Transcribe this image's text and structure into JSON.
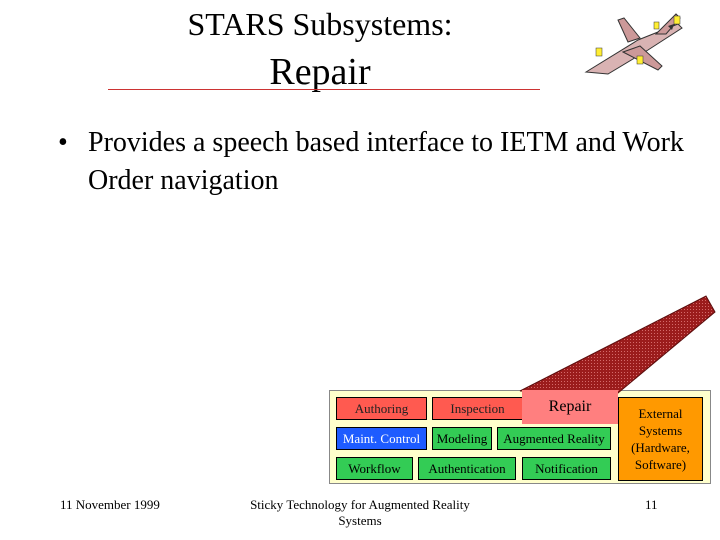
{
  "slide": {
    "title_line1": "STARS Subsystems:",
    "title_line2": "Repair",
    "bullet": "Provides a speech based interface to IETM and Work Order navigation"
  },
  "diagram": {
    "row1": [
      "Authoring",
      "Inspection"
    ],
    "repair": "Repair",
    "row2": [
      "Maint. Control",
      "Modeling",
      "Augmented Reality"
    ],
    "row3": [
      "Workflow",
      "Authentication",
      "Notification"
    ],
    "external": "External Systems (Hardware, Software)",
    "colors": {
      "red": "#ff5a50",
      "green": "#33cc55",
      "blue": "#1e5cff",
      "orange": "#ff9900",
      "callout": "#9b1c1c",
      "frame": "#ffffcc"
    }
  },
  "footer": {
    "date": "11 November 1999",
    "center": "Sticky Technology for Augmented Reality Systems",
    "page": "11"
  }
}
